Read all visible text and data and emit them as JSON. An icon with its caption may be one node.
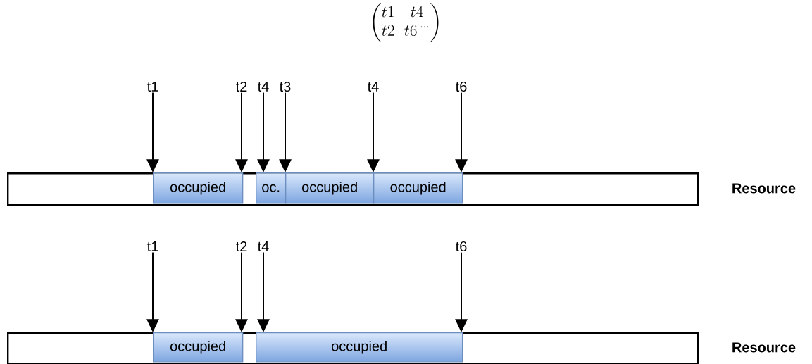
{
  "diagram": {
    "nodes": [
      {
        "text": [
          "t1"
        ]
      },
      {
        "text": [
          "t2"
        ]
      },
      {
        "text": [
          "t4"
        ]
      },
      {
        "text": [
          "t3"
        ]
      },
      {
        "text": [
          "t4"
        ]
      },
      {
        "text": [
          "t6"
        ]
      },
      {
        "text": [],
        "shape": "bar",
        "beside": [
          "Resource"
        ]
      },
      {
        "text": [
          "occupied"
        ],
        "in": 6
      },
      {
        "text": [
          "oc."
        ],
        "in": 6
      },
      {
        "text": [
          "occupied"
        ],
        "in": 6
      },
      {
        "text": [
          "occupied"
        ],
        "in": 6
      },
      {
        "text": [
          "t1"
        ]
      },
      {
        "text": [
          "t2"
        ]
      },
      {
        "text": [
          "t4"
        ]
      },
      {
        "text": [
          "t6"
        ]
      },
      {
        "text": [],
        "shape": "bar",
        "beside": [
          "Resource"
        ]
      },
      {
        "text": [
          "occupied"
        ],
        "in": 15
      },
      {
        "text": [
          "occupied"
        ],
        "in": 15
      }
    ],
    "edges": [
      {
        "from": 0,
        "to": 6,
        "arrow": "to"
      },
      {
        "from": 1,
        "to": 6,
        "arrow": "to"
      },
      {
        "from": 2,
        "to": 6,
        "arrow": "to"
      },
      {
        "from": 3,
        "to": 6,
        "arrow": "to"
      },
      {
        "from": 4,
        "to": 6,
        "arrow": "to"
      },
      {
        "from": 5,
        "to": 6,
        "arrow": "to"
      },
      {
        "from": 11,
        "to": 15,
        "arrow": "to"
      },
      {
        "from": 12,
        "to": 15,
        "arrow": "to"
      },
      {
        "from": 13,
        "to": 15,
        "arrow": "to"
      },
      {
        "from": 14,
        "to": 15,
        "arrow": "to"
      }
    ],
    "labels": [
      "\\begin{pmatrix} t1 & t4 \\\\ t2 & t6\\,^{\\cdots} \\end{pmatrix}"
    ]
  }
}
